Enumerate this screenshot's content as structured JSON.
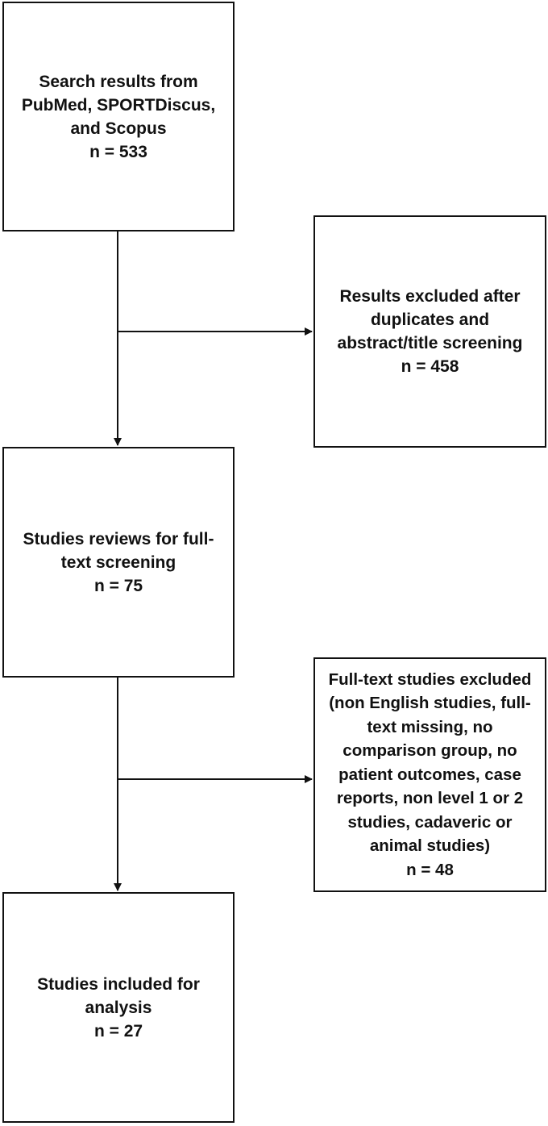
{
  "flowchart": {
    "boxes": [
      {
        "id": "search",
        "lines": [
          "Search results from",
          "PubMed, SPORTDiscus,",
          "and Scopus",
          "n = 533"
        ]
      },
      {
        "id": "excluded-screening",
        "lines": [
          "Results excluded after",
          "duplicates and",
          "abstract/title screening",
          "n = 458"
        ]
      },
      {
        "id": "full-text-screening",
        "lines": [
          "Studies reviews for full-",
          "text screening",
          "n = 75"
        ]
      },
      {
        "id": "full-text-excluded",
        "lines": [
          "Full-text studies excluded",
          "(non English studies, full-",
          "text missing, no",
          "comparison group, no",
          "patient outcomes, case",
          "reports, non level 1 or 2",
          "studies, cadaveric or",
          "animal studies)",
          "n = 48"
        ]
      },
      {
        "id": "included",
        "lines": [
          "Studies included for",
          "analysis",
          "n = 27"
        ]
      }
    ]
  }
}
